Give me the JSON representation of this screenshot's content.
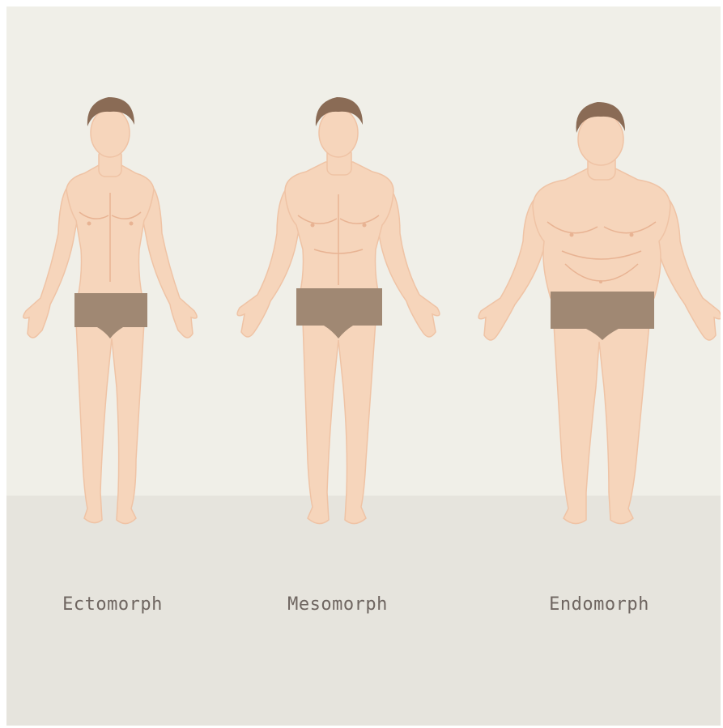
{
  "colors": {
    "wall": "#f0efe8",
    "floor": "#e6e4dd",
    "skin": "#f6d5bb",
    "skin_shadow": "#efc3a5",
    "skin_line": "#e8b393",
    "hair": "#8a6b55",
    "underwear": "#a08873",
    "label_text": "#6f6661"
  },
  "figures": [
    {
      "id": "ectomorph",
      "label": "Ectomorph"
    },
    {
      "id": "mesomorph",
      "label": "Mesomorph"
    },
    {
      "id": "endomorph",
      "label": "Endomorph"
    }
  ]
}
